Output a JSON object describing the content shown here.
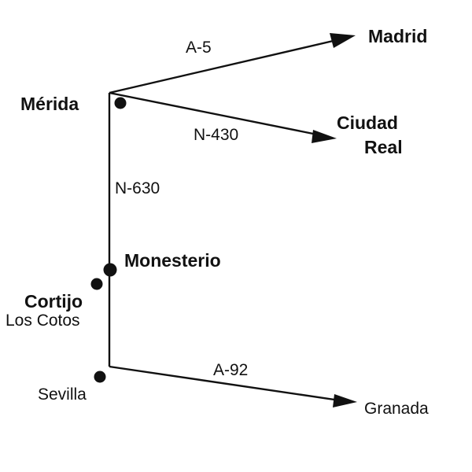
{
  "colors": {
    "ink": "#111111",
    "background": "#ffffff"
  },
  "cities": {
    "madrid": "Madrid",
    "ciudad_real_line1": "Ciudad",
    "ciudad_real_line2": "Real",
    "merida": "Mérida",
    "monesterio": "Monesterio",
    "cortijo_line1": "Cortijo",
    "cortijo_line2": "Los Cotos",
    "sevilla": "Sevilla",
    "granada": "Granada"
  },
  "roads": {
    "a5": "A-5",
    "n430": "N-430",
    "n630": "N-630",
    "a92": "A-92"
  }
}
